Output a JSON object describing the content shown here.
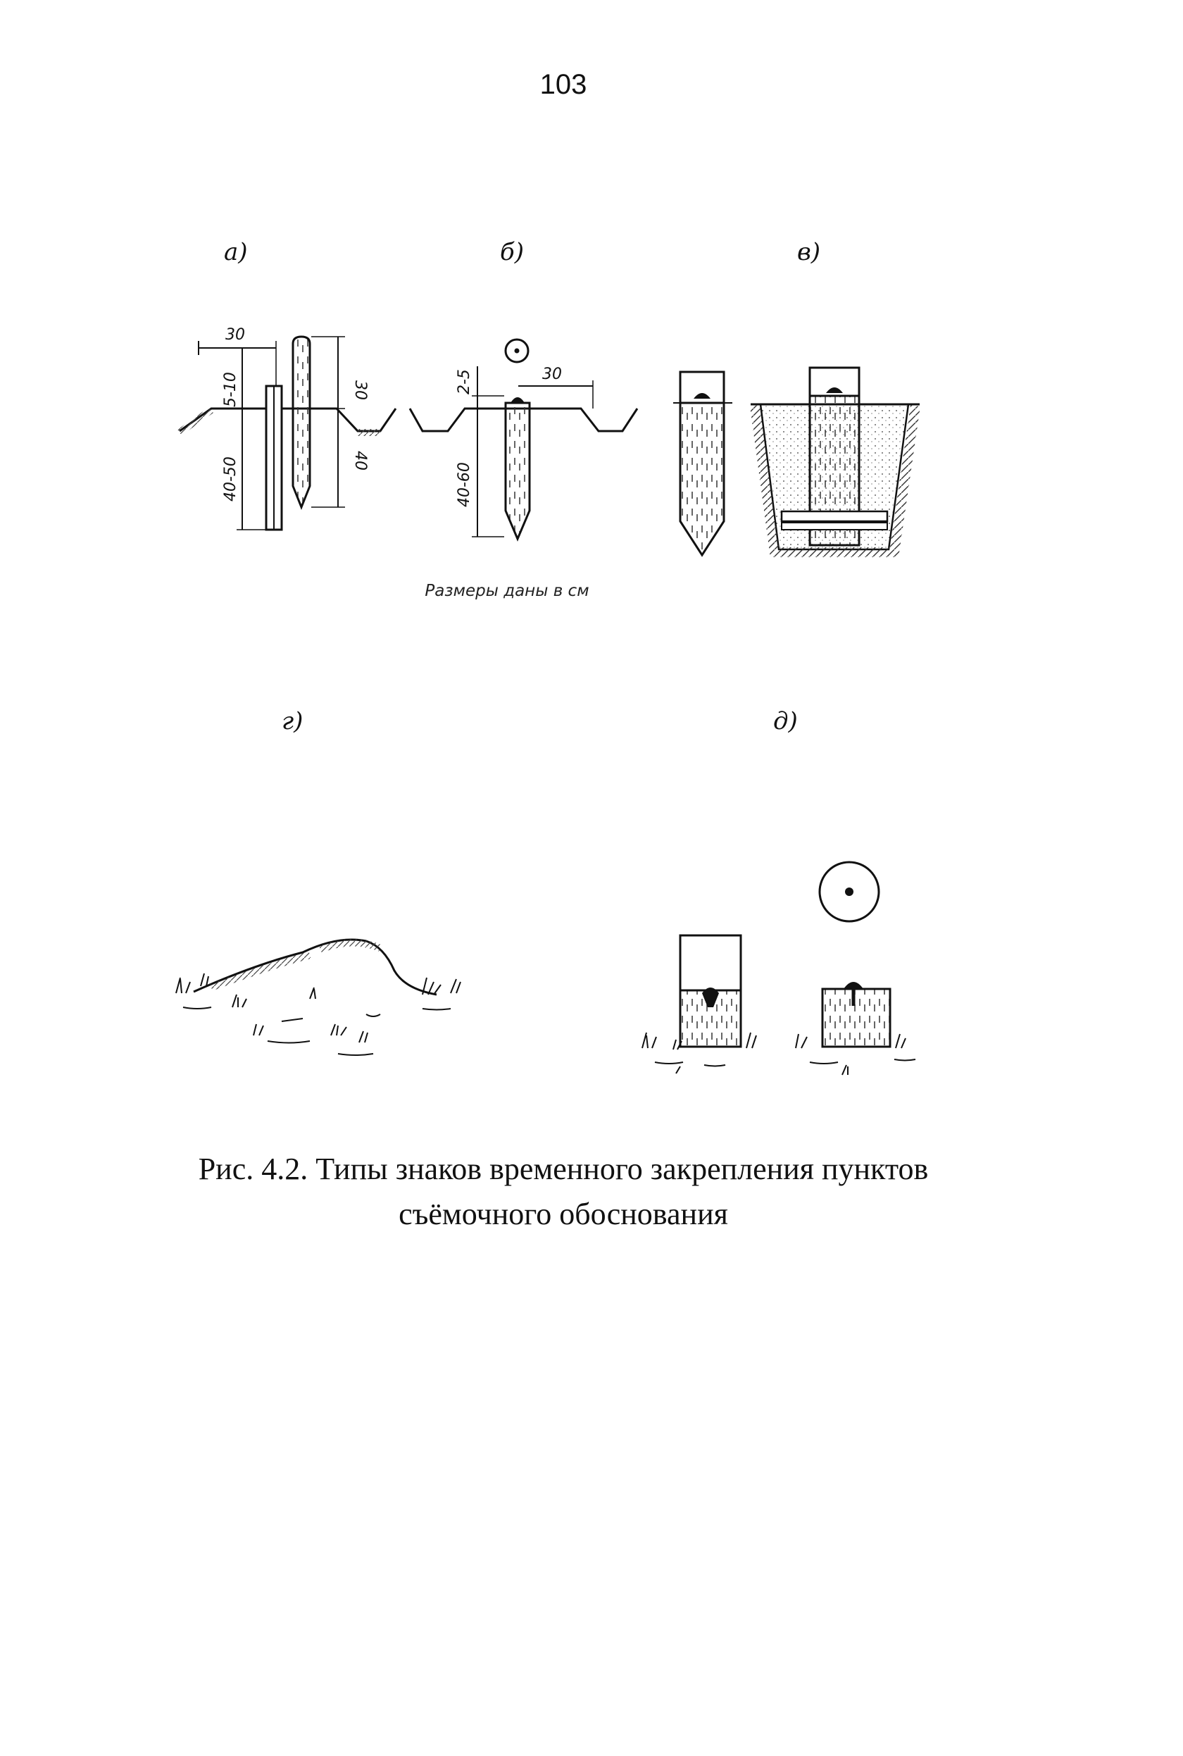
{
  "page": {
    "number": "103"
  },
  "panels": {
    "a": {
      "label": "а)"
    },
    "b": {
      "label": "б)"
    },
    "v": {
      "label": "в)"
    },
    "g": {
      "label": "г)"
    },
    "d": {
      "label": "д)"
    }
  },
  "dimensions": {
    "a_width": "30",
    "a_above": "5-10",
    "a_depth": "40-50",
    "a_stake_top": "30",
    "a_stake_bottom": "40",
    "b_above": "2-5",
    "b_offset": "30",
    "b_depth": "40-60"
  },
  "note": "Размеры даны в см",
  "caption": {
    "line1": "Рис. 4.2. Типы знаков временного закрепления пунктов",
    "line2": "съёмочного обоснования"
  }
}
